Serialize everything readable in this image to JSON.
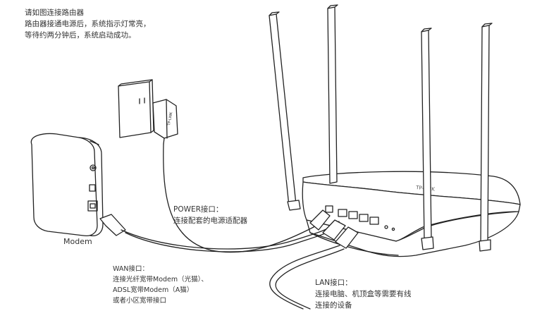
{
  "intro": {
    "lines": [
      "请如图连接路由器",
      "路由器接通电源后，系统指示灯常亮，",
      "等待约两分钟后，系统启动成功。"
    ]
  },
  "modem": {
    "label": "Modem"
  },
  "power_note": {
    "lines": [
      "POWER接口：",
      "连接配套的电源适配器"
    ]
  },
  "wan_note": {
    "lines": [
      "WAN接口：",
      "连接光纤宽带Modem（光猫）、",
      "ADSL宽带Modem（A猫）",
      "或者小区宽带接口"
    ]
  },
  "lan_note": {
    "lines": [
      "LAN接口：",
      "连接电脑、机顶盒等需要有线",
      "连接的设备"
    ]
  },
  "icons": {
    "router": "wireless-router-icon",
    "modem": "modem-icon",
    "adapter": "power-adapter-icon",
    "outlet": "wall-outlet-icon"
  },
  "colors": {
    "stroke": "#222222",
    "fill": "#ffffff",
    "text": "#333333"
  }
}
